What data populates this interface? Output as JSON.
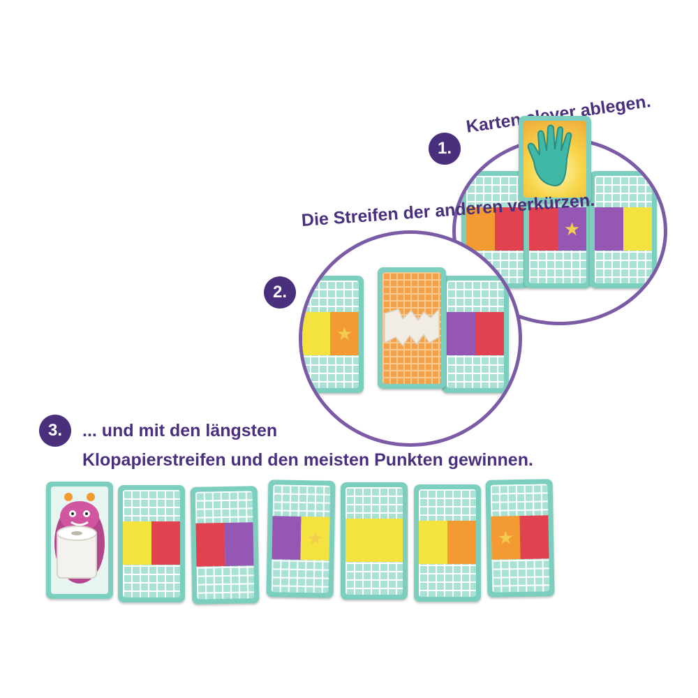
{
  "steps": [
    {
      "number": "1.",
      "text": "Karten clever ablegen."
    },
    {
      "number": "2.",
      "text": "Die Streifen der anderen verkürzen."
    },
    {
      "number": "3.",
      "line1": "... und mit den längsten",
      "line2": "Klopapierstreifen und den meisten Punkten gewinnen."
    }
  ],
  "cards_row": [
    {
      "type": "monster"
    },
    {
      "type": "strip",
      "colors": [
        "yellow",
        "red"
      ],
      "star": -1
    },
    {
      "type": "strip",
      "colors": [
        "red",
        "purple"
      ],
      "star": -1
    },
    {
      "type": "strip",
      "colors": [
        "purple",
        "yellow"
      ],
      "star": 1
    },
    {
      "type": "strip",
      "colors": [
        "yellow",
        "yellow"
      ],
      "star": -1
    },
    {
      "type": "strip",
      "colors": [
        "yellow",
        "orange"
      ],
      "star": -1
    },
    {
      "type": "strip",
      "colors": [
        "orange",
        "red"
      ],
      "star": 0
    }
  ],
  "palette": {
    "accent": "#4a2f7d",
    "ring": "#7b5aa6",
    "card": "#7ccfbe"
  },
  "icons": [
    "hand-card-icon",
    "torn-paper-card-icon",
    "star-icon",
    "monster-icon",
    "toilet-roll-icon"
  ]
}
